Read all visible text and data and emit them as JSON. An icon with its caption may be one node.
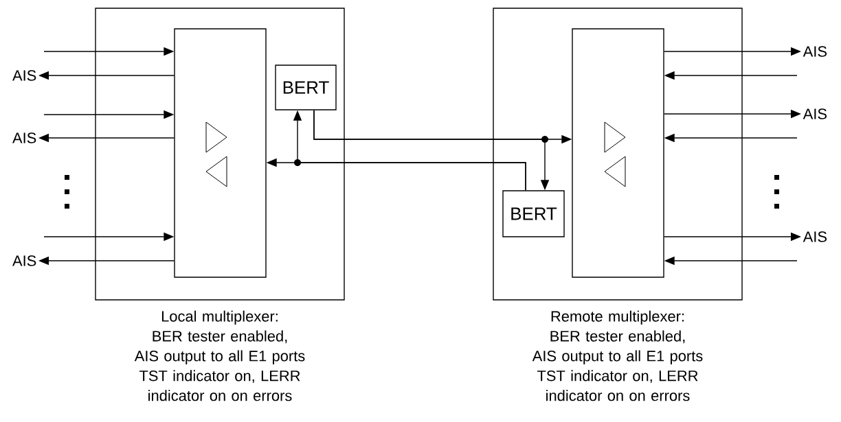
{
  "diagram": {
    "nodes": [
      {
        "text": [
          "Local multiplexer:",
          "BER tester enabled,",
          "AIS output to all E1 ports",
          "TST indicator on, LERR indicator on on errors"
        ]
      },
      {
        "text": [],
        "shape": "box",
        "in": 0
      },
      {
        "text": [
          "BERT"
        ],
        "in": 0
      },
      {
        "text": [
          "Remote multiplexer:",
          "BER tester enabled,",
          "AIS output to all E1 ports",
          "TST indicator on, LERR indicator on on errors"
        ]
      },
      {
        "text": [],
        "shape": "box",
        "in": 3
      },
      {
        "text": [
          "BERT"
        ],
        "in": 3
      },
      {
        "text": [
          "AIS"
        ]
      },
      {
        "text": [
          "AIS"
        ]
      },
      {
        "text": [
          "AIS"
        ]
      },
      {
        "text": [
          "AIS"
        ]
      },
      {
        "text": [
          "AIS"
        ]
      },
      {
        "text": [
          "AIS"
        ]
      }
    ],
    "edges": [
      {
        "from": null,
        "to": 1,
        "arrow": "to"
      },
      {
        "from": 1,
        "to": 6,
        "arrow": "to"
      },
      {
        "from": null,
        "to": 1,
        "arrow": "to"
      },
      {
        "from": 1,
        "to": 7,
        "arrow": "to"
      },
      {
        "from": null,
        "to": 1,
        "arrow": "to"
      },
      {
        "from": 1,
        "to": 8,
        "arrow": "to"
      },
      {
        "from": 2,
        "to": 4,
        "arrow": "to"
      },
      {
        "from": 2,
        "to": 5,
        "arrow": "to"
      },
      {
        "from": 5,
        "to": 1,
        "arrow": "to"
      },
      {
        "from": 5,
        "to": 2,
        "arrow": "to"
      },
      {
        "from": 4,
        "to": 9,
        "arrow": "to"
      },
      {
        "from": null,
        "to": 4,
        "arrow": "to"
      },
      {
        "from": 4,
        "to": 10,
        "arrow": "to"
      },
      {
        "from": null,
        "to": 4,
        "arrow": "to"
      },
      {
        "from": 4,
        "to": 11,
        "arrow": "to"
      },
      {
        "from": null,
        "to": 4,
        "arrow": "to"
      }
    ]
  }
}
